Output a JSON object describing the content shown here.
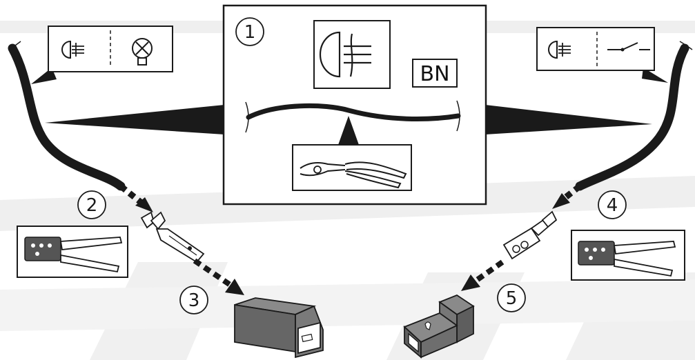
{
  "diagram": {
    "steps": [
      "1",
      "2",
      "3",
      "4",
      "5"
    ],
    "wire_color_code": "BN",
    "icons": {
      "left_label": [
        "fog-lamp-symbol-icon",
        "bulb-icon"
      ],
      "right_label": [
        "fog-lamp-symbol-icon",
        "switch-icon"
      ],
      "center_label": [
        "fog-lamp-symbol-icon"
      ],
      "tools": [
        "side-cutter-pliers-icon",
        "crimping-pliers-icon",
        "crimping-pliers-icon"
      ],
      "parts": [
        "male-terminal-icon",
        "female-terminal-icon",
        "connector-housing-icon",
        "connector-housing-icon"
      ]
    },
    "colors": {
      "outline": "#1a1a1a",
      "wire": "#1a1a1a",
      "housing": "#666666",
      "watermark": "#ececec"
    }
  }
}
